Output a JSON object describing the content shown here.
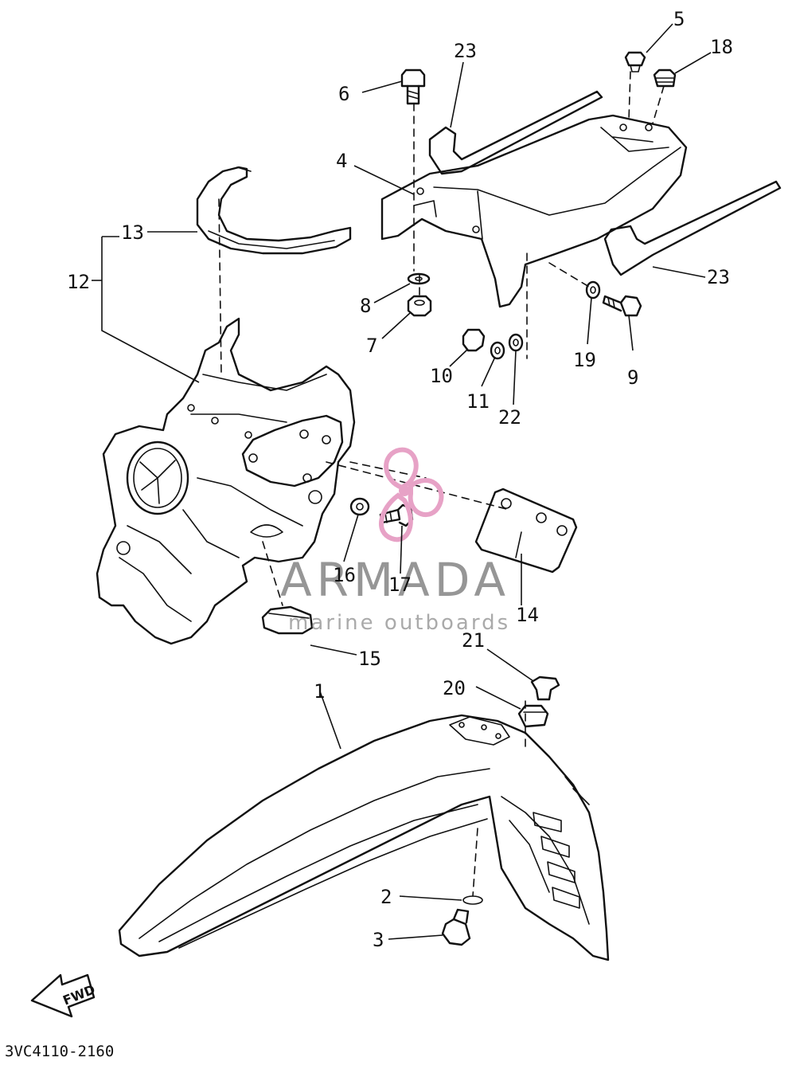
{
  "diagram_code": "3VC4110-2160",
  "fwd_label": "FWD",
  "watermark": {
    "brand": "ARMADA",
    "tagline": "marine outboards",
    "logo_color": "#e7a2c6"
  },
  "callouts": [
    "1",
    "2",
    "3",
    "4",
    "5",
    "6",
    "7",
    "8",
    "9",
    "10",
    "11",
    "12",
    "13",
    "14",
    "15",
    "16",
    "17",
    "18",
    "19",
    "20",
    "21",
    "22",
    "23",
    "23"
  ]
}
